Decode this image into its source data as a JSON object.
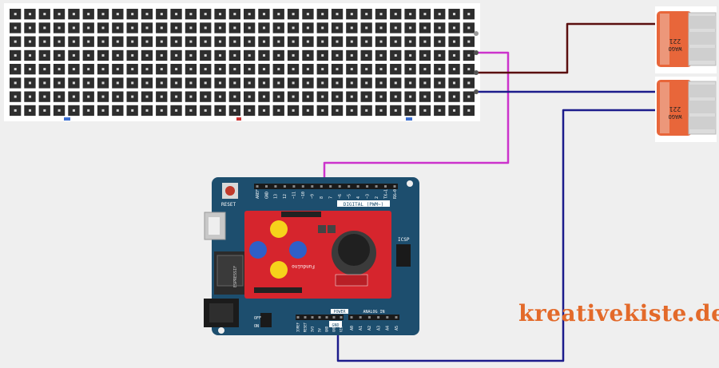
{
  "matrix": {
    "rows": 8,
    "cols": 32,
    "pixel_color": "#2e2e2e",
    "board_color": "#ffffff"
  },
  "connectors": {
    "top_label": "221",
    "top_text": "WAGO",
    "bottom_label": "221",
    "bottom_text": "WAGO",
    "body_color": "#e8663a"
  },
  "arduino": {
    "board_color": "#1d4e6e",
    "reset_label": "RESET",
    "digital_label": "DIGITAL (PWM~)",
    "digital_pins": [
      "AREF",
      "GND",
      "13",
      "12",
      "~11",
      "~10",
      "~9",
      "8",
      "7",
      "~6",
      "~5",
      "4",
      "~3",
      "2",
      "TX→1",
      "RX←0"
    ],
    "icsp_label": "ICSP",
    "power_label": "POWER",
    "analog_label": "ANALOG IN",
    "power_pins": [
      "IOREF",
      "RESET",
      "3V3",
      "5V",
      "GND",
      "GND",
      "VIN"
    ],
    "analog_pins": [
      "A0",
      "A1",
      "A2",
      "A3",
      "A4",
      "A5"
    ],
    "gnd_highlight": "GND",
    "wifi_label": "ESPRESSIF",
    "on_label": "ON",
    "off_label": "OFF"
  },
  "shield": {
    "color": "#d6252d",
    "brand": "Funduino",
    "button_colors": {
      "top": "#f6d21b",
      "left": "#2f5fc7",
      "right": "#2f5fc7",
      "bottom": "#f6d21b"
    }
  },
  "wires": {
    "data_color": "#cc33cc",
    "power_color": "#5a0f0f",
    "ground_color": "#1c1c8c"
  },
  "watermark": "kreativekiste.de"
}
